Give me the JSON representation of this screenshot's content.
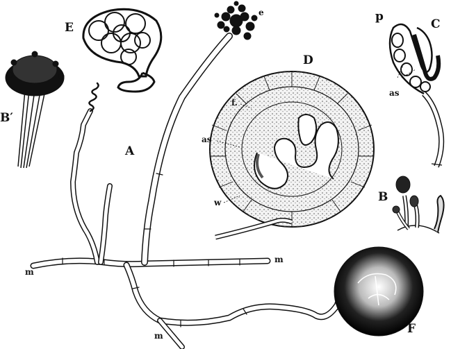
{
  "labels": {
    "E": "E",
    "e": "e",
    "D": "D",
    "p": "p",
    "C": "C",
    "as_c": "as",
    "B_prime": "B′",
    "f": "f.",
    "as_d": "as",
    "A": "A",
    "w": "w",
    "B": "B",
    "m_left": "m",
    "m_right": "m",
    "m_bottom": "m",
    "F": "F"
  },
  "colors": {
    "ink": "#111111",
    "paper": "#ffffff",
    "cell": "#f3f3f3"
  }
}
